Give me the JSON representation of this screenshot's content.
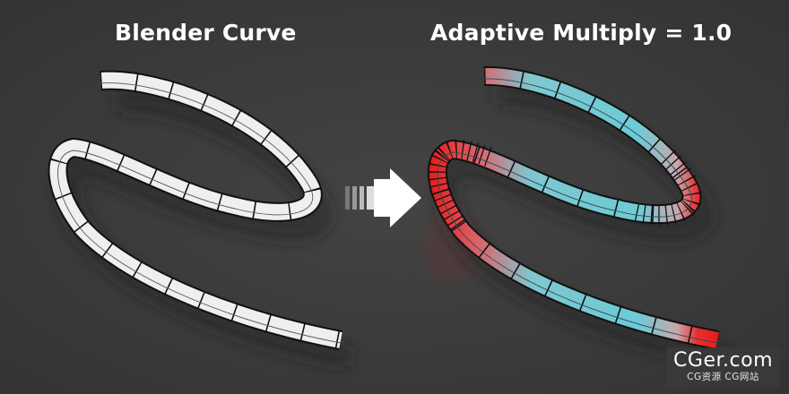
{
  "titles": {
    "left": "Blender Curve",
    "right": "Adaptive Multiply = 1.0"
  },
  "watermark": {
    "main": "CGer.com",
    "sub": "CG资源 CG网站"
  },
  "colors": {
    "background": "#3b3b3b",
    "plain_tube": "#efefef",
    "dense_tube": "#ea1e1e",
    "sparse_tube": "#6ecdd8",
    "outline": "#111111",
    "arrow": "#ffffff"
  },
  "icons": {
    "arrow": "right-arrow-icon"
  }
}
